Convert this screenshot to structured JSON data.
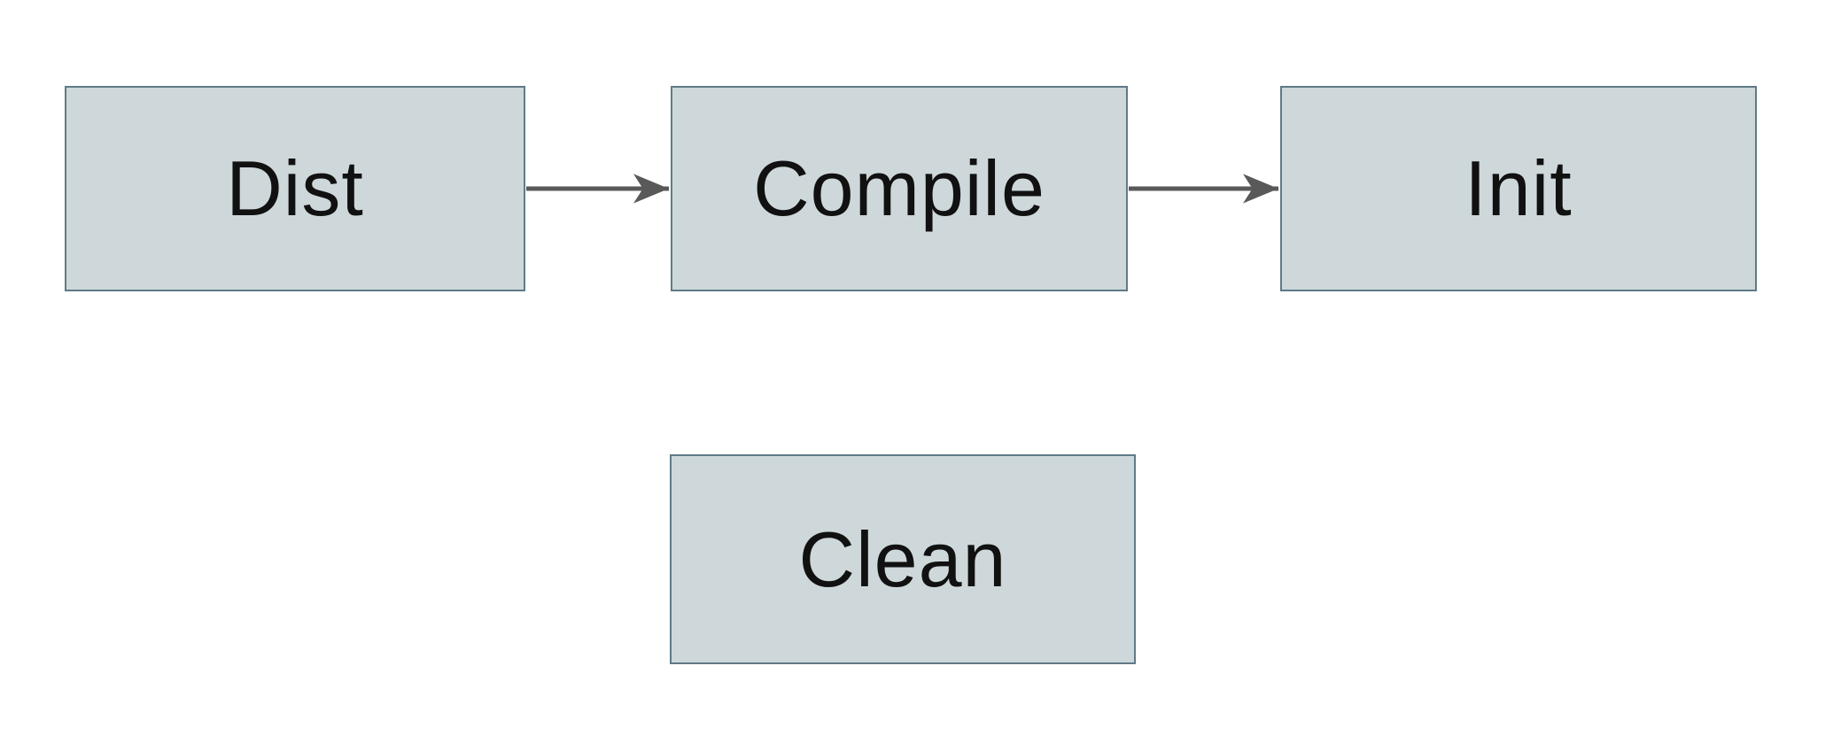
{
  "diagram": {
    "background_color": "#ffffff",
    "node_fill_color": "#ced8da",
    "node_border_color": "#5f7a87",
    "arrow_color": "#595959",
    "text_color": "#111111",
    "nodes": [
      {
        "id": "dist",
        "label": "Dist"
      },
      {
        "id": "compile",
        "label": "Compile"
      },
      {
        "id": "init",
        "label": "Init"
      },
      {
        "id": "clean",
        "label": "Clean"
      }
    ],
    "edges": [
      {
        "from": "Dist",
        "to": "Compile"
      },
      {
        "from": "Compile",
        "to": "Init"
      }
    ]
  }
}
